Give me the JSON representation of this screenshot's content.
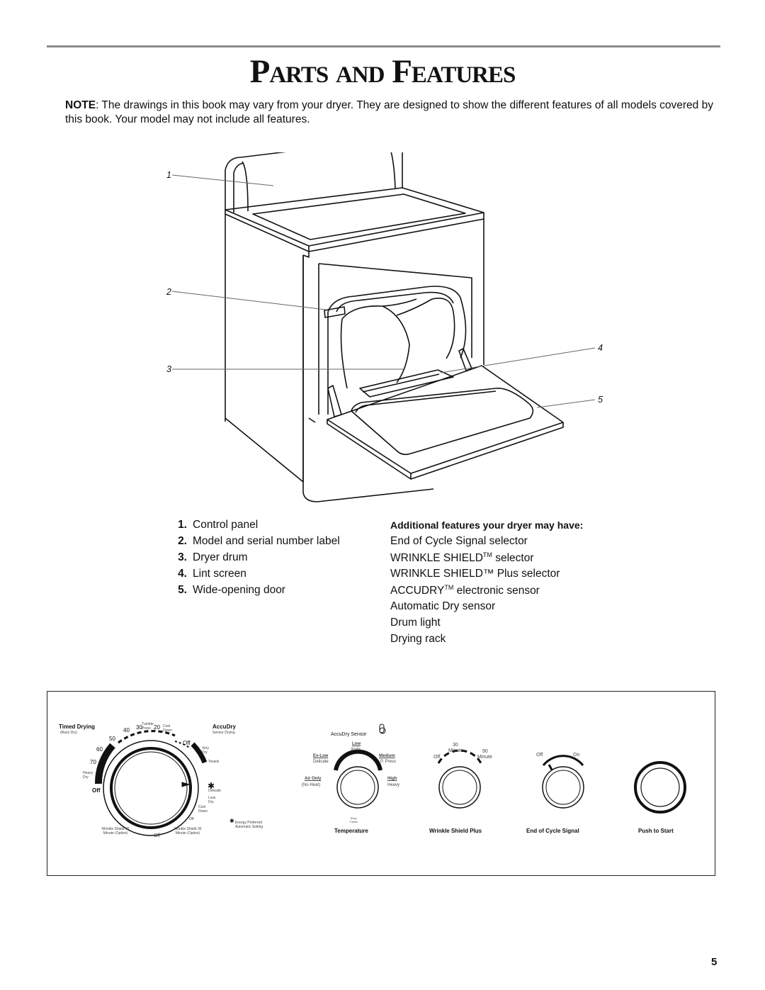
{
  "page": {
    "title": "Parts and Features",
    "note_label": "NOTE",
    "note_text": ": The drawings in this book may vary from your dryer. They are designed to show the different features of all models covered by this book. Your model may not include all features.",
    "page_number": "5"
  },
  "callouts": [
    "1",
    "2",
    "3",
    "4",
    "5"
  ],
  "parts_list": [
    {
      "num": "1.",
      "label": "Control panel"
    },
    {
      "num": "2.",
      "label": "Model and serial number label"
    },
    {
      "num": "3.",
      "label": "Dryer drum"
    },
    {
      "num": "4.",
      "label": "Lint screen"
    },
    {
      "num": "5.",
      "label": "Wide-opening door"
    }
  ],
  "additional": {
    "heading": "Additional features your dryer may have:",
    "items": [
      {
        "text": "End of Cycle Signal selector",
        "tm": ""
      },
      {
        "text": "WRINKLE SHIELD",
        "tm": "TM",
        "after": " selector"
      },
      {
        "text": "WRINKLE SHIELD™ Plus selector",
        "tm": ""
      },
      {
        "text": "ACCUDRY",
        "tm": "TM",
        "after": " electronic sensor"
      },
      {
        "text": "Automatic Dry sensor",
        "tm": ""
      },
      {
        "text": "Drum light",
        "tm": ""
      },
      {
        "text": "Drying rack",
        "tm": ""
      }
    ]
  },
  "control_panel": {
    "timed_drying": "Timed Drying",
    "rack_dry": "(Rack Dry)",
    "n40": "40",
    "n30": "30",
    "n20": "20",
    "n50": "50",
    "n60": "60",
    "n70": "70",
    "tumble_press": "Tumble Press",
    "cool_down": "Cool Down",
    "accudry": "AccuDry",
    "sensor_drying": "Sensor Drying",
    "off_top": "Off",
    "very_dry": "Very Dry",
    "towels": "Towels",
    "heavy_dry": "Heavy Dry",
    "off_left": "Off",
    "delicate": "Delicate",
    "less_dry": "Less Dry",
    "cool_down2": "Cool Down",
    "off_bottom": "Off",
    "energy_preferred": "Energy Preferred Automatic Setting",
    "ws90": "Wrinkle Shield 90 Minute (Option)",
    "off_ws": "Off",
    "ws30": "Wrinkle Shield 30 Minute (Option)",
    "accudry_sensor": "AccuDry Sensor",
    "low": "Low",
    "knits": "Knits",
    "ex_low": "Ex-Low",
    "delicate2": "Delicate",
    "medium": "Medium",
    "p_press": "P. Press",
    "air_only": "Air Only",
    "no_heat": "(No Heat)",
    "high": "High",
    "heavy": "Heavy",
    "temp_fabric": "Temp Fabric",
    "temperature": "Temperature",
    "ws_30": "30",
    "ws_minute_top": "Minute",
    "ws_off": "Off",
    "ws_90": "90",
    "ws_minute_right": "Minute",
    "wrinkle_shield_plus": "Wrinkle Shield Plus",
    "eoc_off": "Off",
    "eoc_on": "On",
    "end_of_cycle": "End of Cycle Signal",
    "push_to_start": "Push to Start"
  }
}
